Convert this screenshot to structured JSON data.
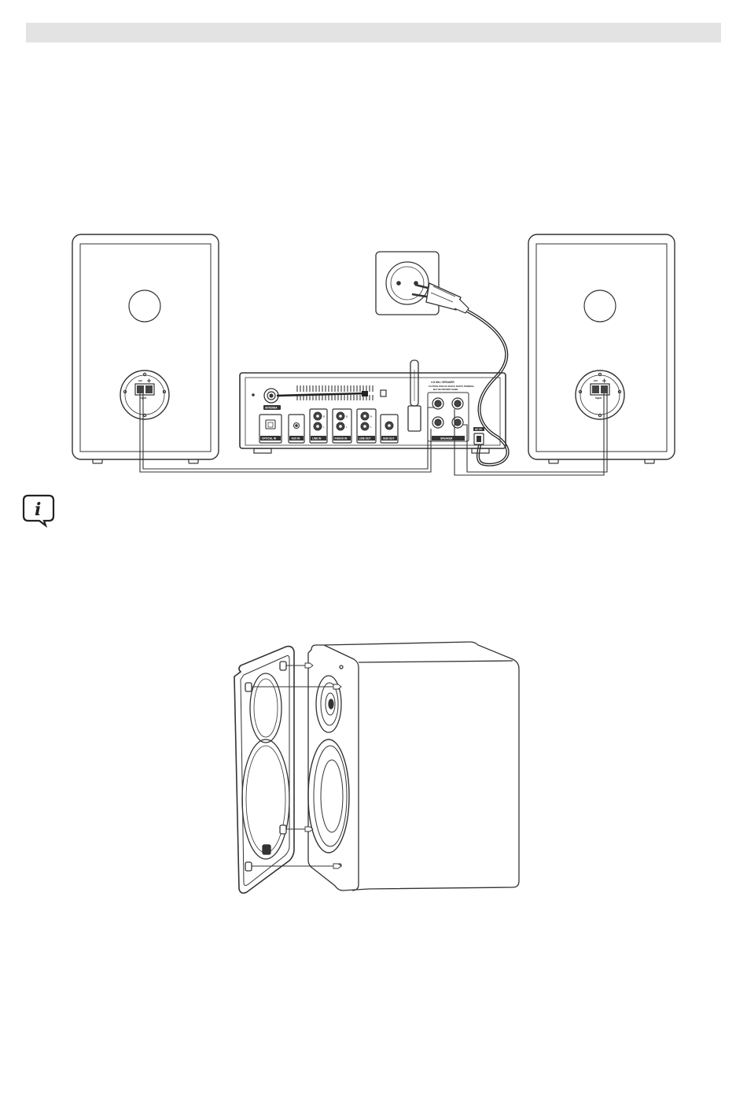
{
  "labels": {
    "antenna": "ANTENNA",
    "optical_in": "OPTICAL IN",
    "aux_in": "AUX IN",
    "line_in": "LINE IN",
    "phono_in": "PHONO IN",
    "line_out": "LINE OUT",
    "sub_out": "SUB OUT",
    "speaker": "SPEAKER",
    "impedance": "4 Ω Min / SPEAKER",
    "caution_1": "CAUTION: RISK OF SHOCK SHOCK TERMINAL",
    "caution_2": "MAY BE PRESENT WHEN",
    "ac_in": "AC IN",
    "input_left": "Input",
    "input_right": "Input",
    "ch_r": "R",
    "ch_l": "L"
  },
  "icons": {
    "info": "info-icon"
  },
  "colors": {
    "header_bar": "#e3e3e3",
    "line": "#333333",
    "cable": "#222222"
  }
}
